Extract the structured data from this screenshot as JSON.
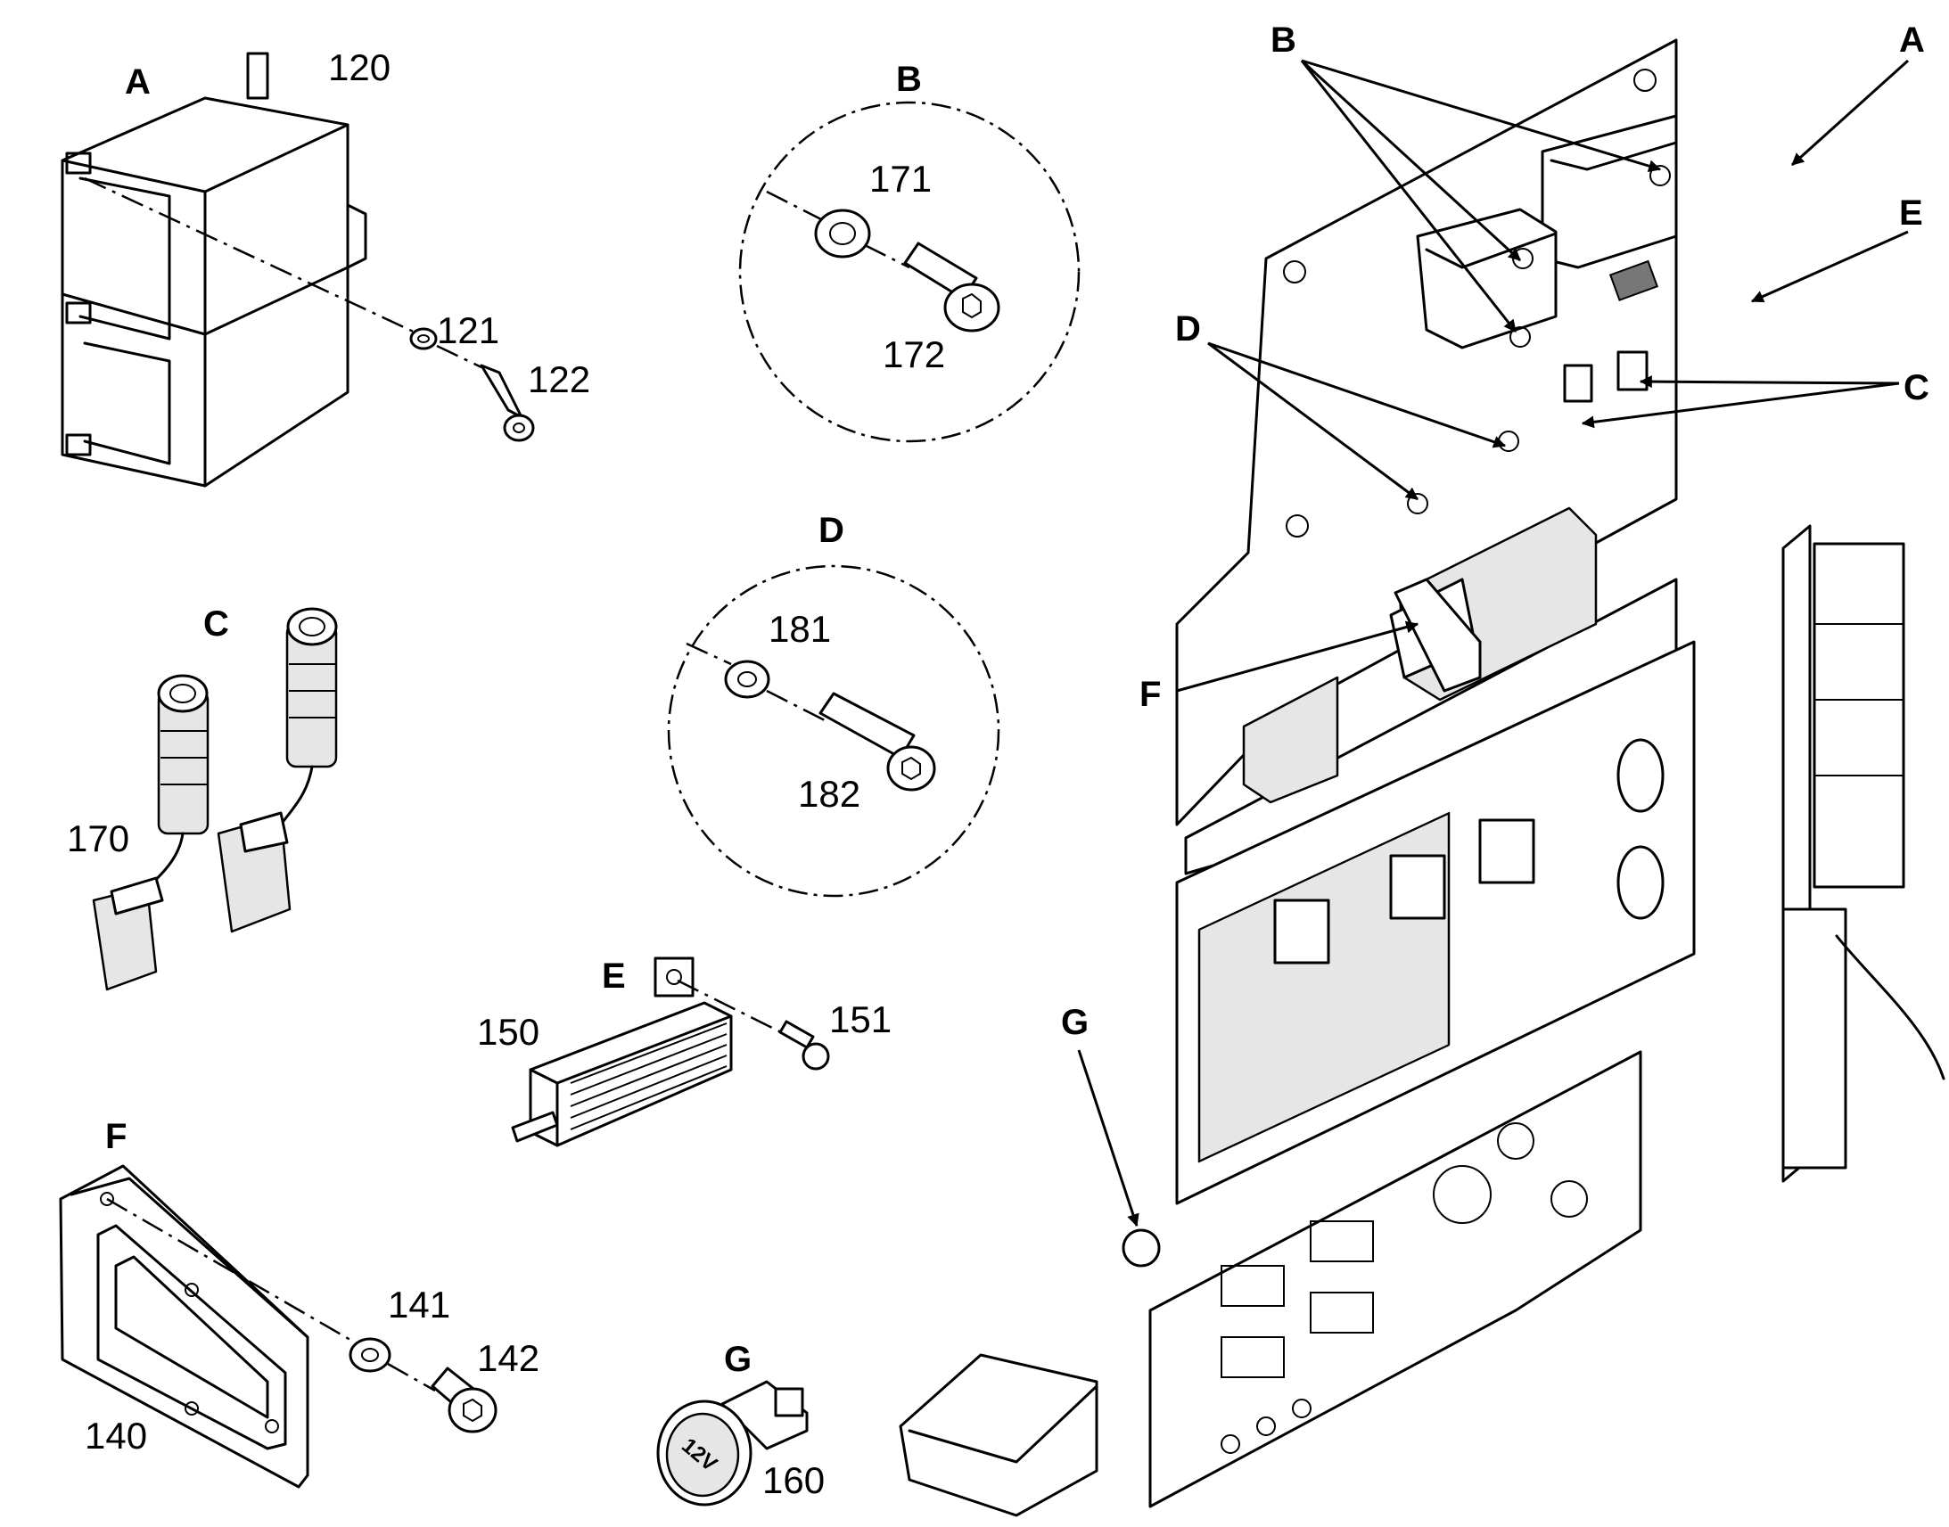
{
  "callouts": {
    "A1": "A",
    "120": "120",
    "121": "121",
    "122": "122",
    "B1": "B",
    "171": "171",
    "172": "172",
    "D1": "D",
    "181": "181",
    "182": "182",
    "C1": "C",
    "170": "170",
    "E1": "E",
    "150": "150",
    "151": "151",
    "F1": "F",
    "140": "140",
    "141": "141",
    "142": "142",
    "G1": "G",
    "160": "160",
    "B2": "B",
    "A2": "A",
    "E2": "E",
    "D2": "D",
    "C2": "C",
    "F2": "F",
    "G2": "G"
  },
  "socket_marking": "12V"
}
